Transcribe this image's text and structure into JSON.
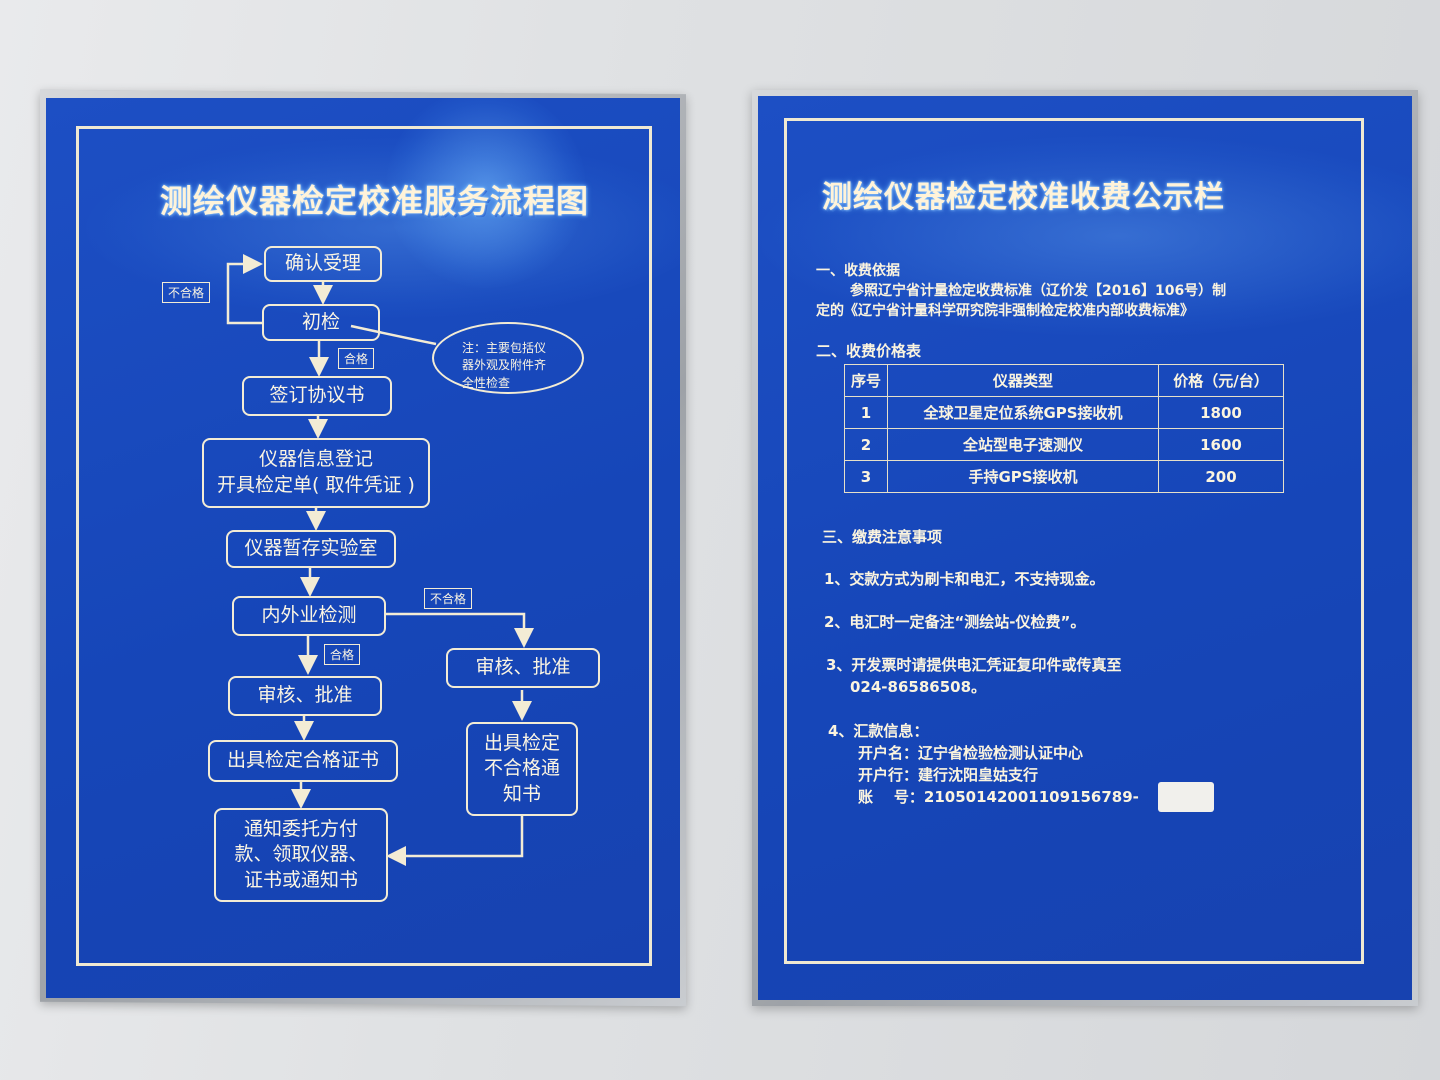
{
  "left_board": {
    "title": "测绘仪器检定校准服务流程图",
    "steps": {
      "confirm": "确认受理",
      "initial": "初检",
      "agreement": "签订协议书",
      "register_line1": "仪器信息登记",
      "register_line2": "开具检定单( 取件凭证 )",
      "storage": "仪器暂存实验室",
      "inspection": "内外业检测",
      "review_pass": "审核、批准",
      "review_fail": "审核、批准",
      "certificate": "出具检定合格证书",
      "fail_notice_1": "出具检定",
      "fail_notice_2": "不合格通",
      "fail_notice_3": "知书",
      "notify_1": "通知委托方付",
      "notify_2": "款、领取仪器、",
      "notify_3": "证书或通知书"
    },
    "tags": {
      "fail_1": "不合格",
      "pass_1": "合格",
      "fail_2": "不合格",
      "pass_2": "合格"
    },
    "note": {
      "line1": "注：主要包括仪",
      "line2": "器外观及附件齐",
      "line3": "全性检查"
    }
  },
  "right_board": {
    "title": "测绘仪器检定校准收费公示栏",
    "section1": {
      "heading": "一、收费依据",
      "line1": "参照辽宁省计量检定收费标准（辽价发【2016】106号）制",
      "line2": "定的《辽宁省计量科学研究院非强制检定校准内部收费标准》"
    },
    "section2": {
      "heading": "二、收费价格表",
      "columns": [
        "序号",
        "仪器类型",
        "价格（元/台）"
      ],
      "rows": [
        [
          "1",
          "全球卫星定位系统GPS接收机",
          "1800"
        ],
        [
          "2",
          "全站型电子速测仪",
          "1600"
        ],
        [
          "3",
          "手持GPS接收机",
          "200"
        ]
      ]
    },
    "section3": {
      "heading": "三、缴费注意事项",
      "item1": "1、交款方式为刷卡和电汇，不支持现金。",
      "item2": "2、电汇时一定备注“测绘站-仪检费”。",
      "item3_line1": "3、开发票时请提供电汇凭证复印件或传真至",
      "item3_line2": "024-86586508。",
      "item4_heading": "4、汇款信息：",
      "account_name": "开户名：辽宁省检验检测认证中心",
      "bank": "开户行：建行沈阳皇姑支行",
      "account_no": "账    号：21050142001109156789-"
    }
  }
}
